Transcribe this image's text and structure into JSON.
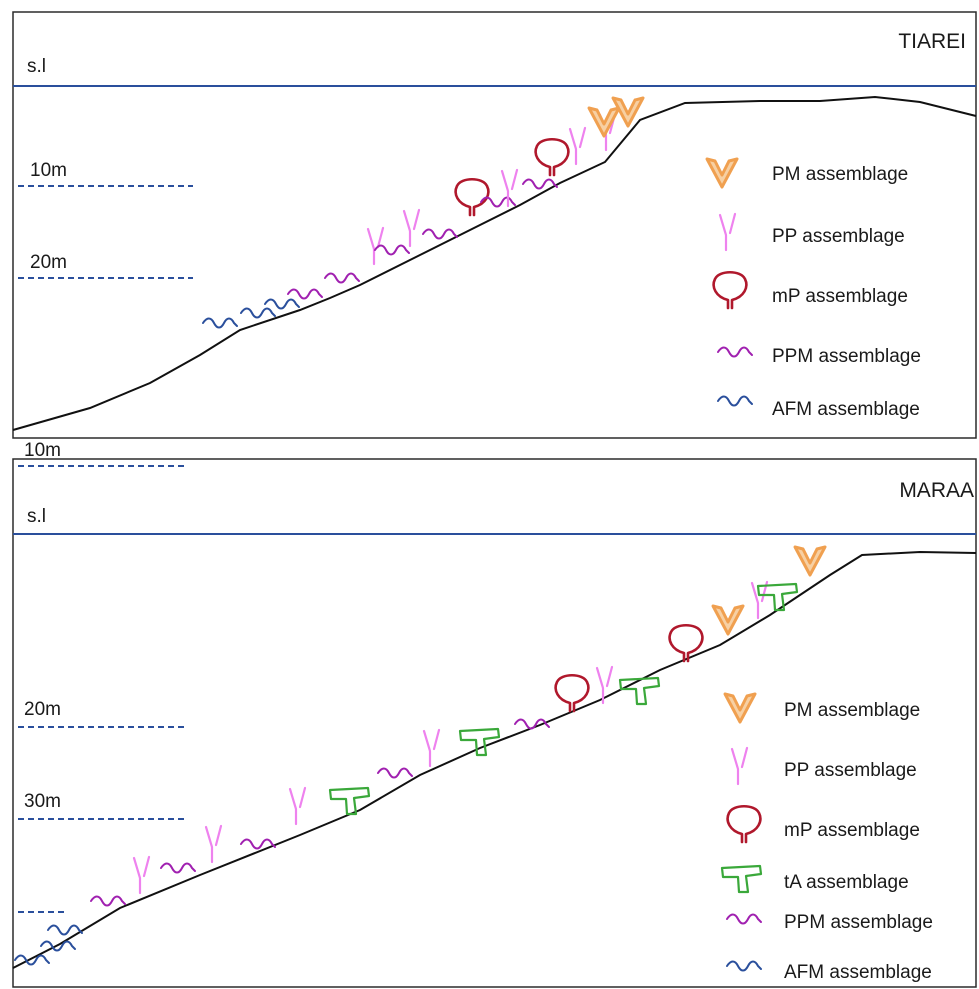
{
  "panels": [
    {
      "title": "TIAREI",
      "sea_level_label": "s.l",
      "depth_labels": [
        "10m",
        "20m"
      ],
      "legend": [
        {
          "icon": "pm-icon",
          "label": "PM assemblage"
        },
        {
          "icon": "pp-icon",
          "label": "PP assemblage"
        },
        {
          "icon": "mp-icon",
          "label": "mP assemblage"
        },
        {
          "icon": "ppm-icon",
          "label": "PPM assemblage"
        },
        {
          "icon": "afm-icon",
          "label": "AFM assemblage"
        }
      ]
    },
    {
      "title": "MARAA",
      "sea_level_label": "s.l",
      "depth_labels": [
        "10m",
        "20m",
        "30m"
      ],
      "legend": [
        {
          "icon": "pm-icon",
          "label": "PM assemblage"
        },
        {
          "icon": "pp-icon",
          "label": "PP assemblage"
        },
        {
          "icon": "mp-icon",
          "label": "mP assemblage"
        },
        {
          "icon": "ta-icon",
          "label": "tA assemblage"
        },
        {
          "icon": "ppm-icon",
          "label": "PPM assemblage"
        },
        {
          "icon": "afm-icon",
          "label": "AFM assemblage"
        }
      ]
    }
  ],
  "colors": {
    "sea_level": "#2a4f9c",
    "depth_dash": "#2a4f9c",
    "pm": "#f0a050",
    "pp": "#ee82ee",
    "mp": "#b0182c",
    "ta": "#3aa83a",
    "ppm": "#a020b0",
    "afm": "#2a4f9c"
  }
}
